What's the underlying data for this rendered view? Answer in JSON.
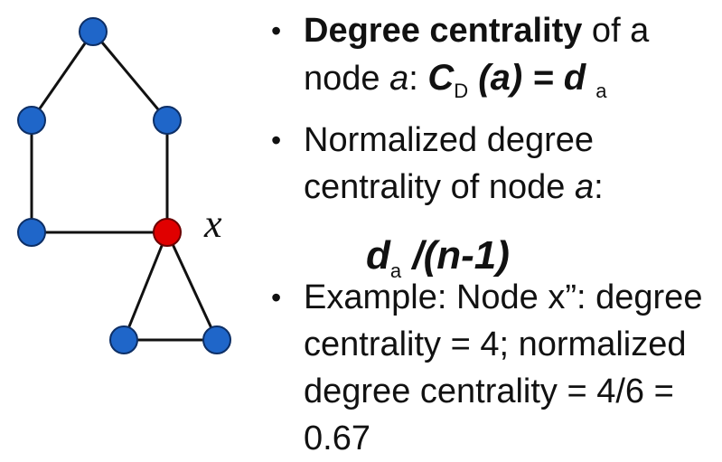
{
  "graph": {
    "node_colors": {
      "default": "#1f66c9",
      "highlight": "#e00000"
    },
    "edge_color": "#111111",
    "node_label": "x"
  },
  "bullets": {
    "b1": {
      "bold": "Degree centrality",
      "text1": " of a node ",
      "var": "a",
      "text2": ": ",
      "formula_c": "C",
      "formula_sub_d": "D",
      "formula_a": " (a) = d",
      "formula_sub_a": "a"
    },
    "b2": {
      "text1": "Normalized degree centrality of node ",
      "var": "a",
      "text2": ":"
    },
    "formula": {
      "d": "d",
      "sub": "a",
      "rest": " /(n-1)"
    },
    "b3": {
      "text": "Example: Node x”: degree centrality = 4; normalized degree centrality = 4/6 = 0.67"
    }
  }
}
